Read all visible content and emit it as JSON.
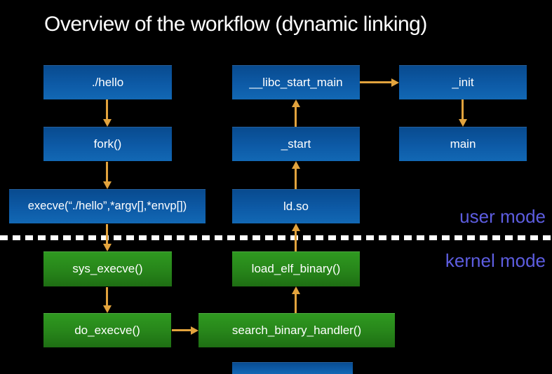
{
  "title": "Overview of the workflow (dynamic linking)",
  "nodes": {
    "hello": "./hello",
    "fork": "fork()",
    "execve": "execve(“./hello”,*argv[],*envp[])",
    "libc_start_main": "__libc_start_main",
    "start": "_start",
    "ldso": "ld.so",
    "init": "_init",
    "main": "main",
    "sys_execve": "sys_execve()",
    "load_elf_binary": "load_elf_binary()",
    "do_execve": "do_execve()",
    "search_binary_handler": "search_binary_handler()"
  },
  "labels": {
    "user_mode": "user mode",
    "kernel_mode": "kernel mode"
  },
  "colors": {
    "background": "#000000",
    "box_blue_top": "#084a8e",
    "box_blue_bottom": "#1268b4",
    "box_green_top": "#2f9a20",
    "box_green_bottom": "#1e6e13",
    "arrow": "#e2a33d",
    "mode_label": "#5d5de0",
    "divider": "#ffffff",
    "title_text": "#ffffff"
  }
}
